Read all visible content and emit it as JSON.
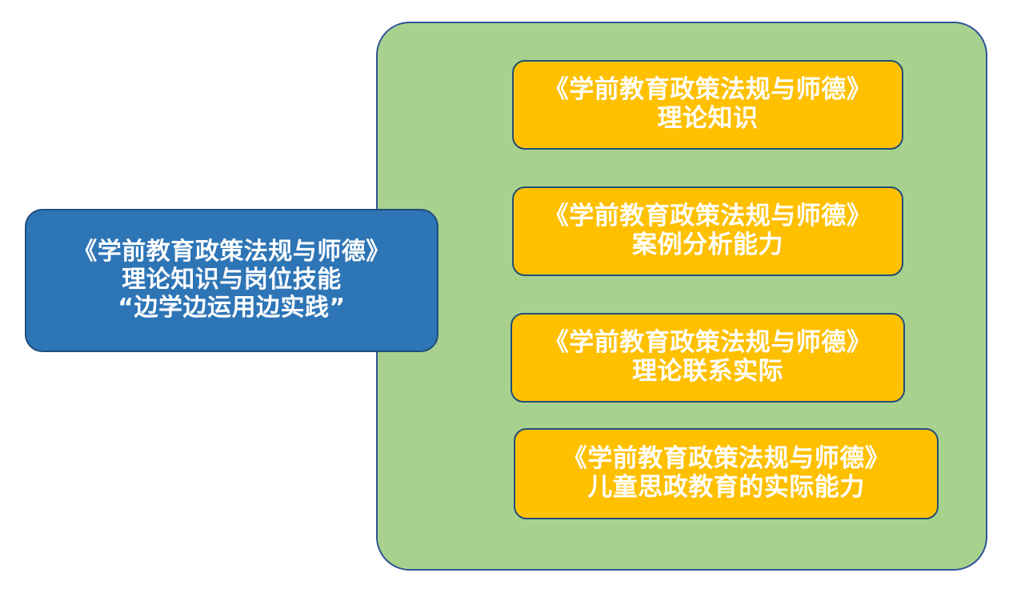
{
  "diagram": {
    "type": "grouped-node-diagram",
    "colors": {
      "group_fill": "#a9d18e",
      "group_border": "#2f5496",
      "source_fill": "#2e75b6",
      "source_border": "#1f4e79",
      "target_fill": "#ffc000",
      "target_border": "#1f4e79",
      "text": "#ffffff",
      "background": "#ffffff"
    },
    "source_node": {
      "line1": "《学前教育政策法规与师德》",
      "line2": "理论知识与岗位技能",
      "line3": "“边学边运用边实践”"
    },
    "group": {
      "nodes": [
        {
          "line1": "《学前教育政策法规与师德》",
          "line2": "理论知识"
        },
        {
          "line1": "《学前教育政策法规与师德》",
          "line2": "案例分析能力"
        },
        {
          "line1": "《学前教育政策法规与师德》",
          "line2": "理论联系实际"
        },
        {
          "line1": "《学前教育政策法规与师德》",
          "line2": "儿童思政教育的实际能力"
        }
      ]
    }
  }
}
